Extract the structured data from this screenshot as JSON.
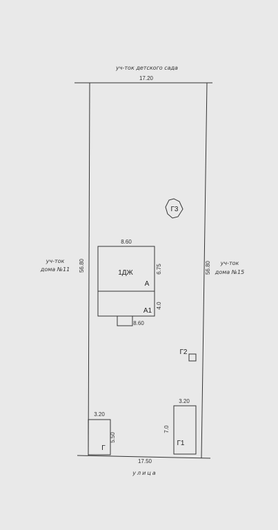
{
  "neighbors": {
    "top": "уч-ток детского сада",
    "left": [
      "уч-ток",
      "дома №11"
    ],
    "right": [
      "уч-ток",
      "дома №15"
    ],
    "bottom": "улица"
  },
  "dimensions": {
    "top_width": "17.20",
    "bottom_width": "17.50",
    "left_length": "56.80",
    "right_length": "56.80"
  },
  "house": {
    "code": "1ДЖ",
    "part_main": "А",
    "part_annex": "А1",
    "width": "8.60",
    "depth_main": "6.75",
    "depth_annex": "4.0",
    "annex_width": "8.60"
  },
  "structures": {
    "g1": {
      "label": "Г1",
      "width": "3.20",
      "length": "7.0"
    },
    "g": {
      "label": "Г",
      "width": "3.20",
      "length": "5.50"
    },
    "g2": {
      "label": "Г2"
    },
    "g3": {
      "label": "Г3"
    }
  }
}
